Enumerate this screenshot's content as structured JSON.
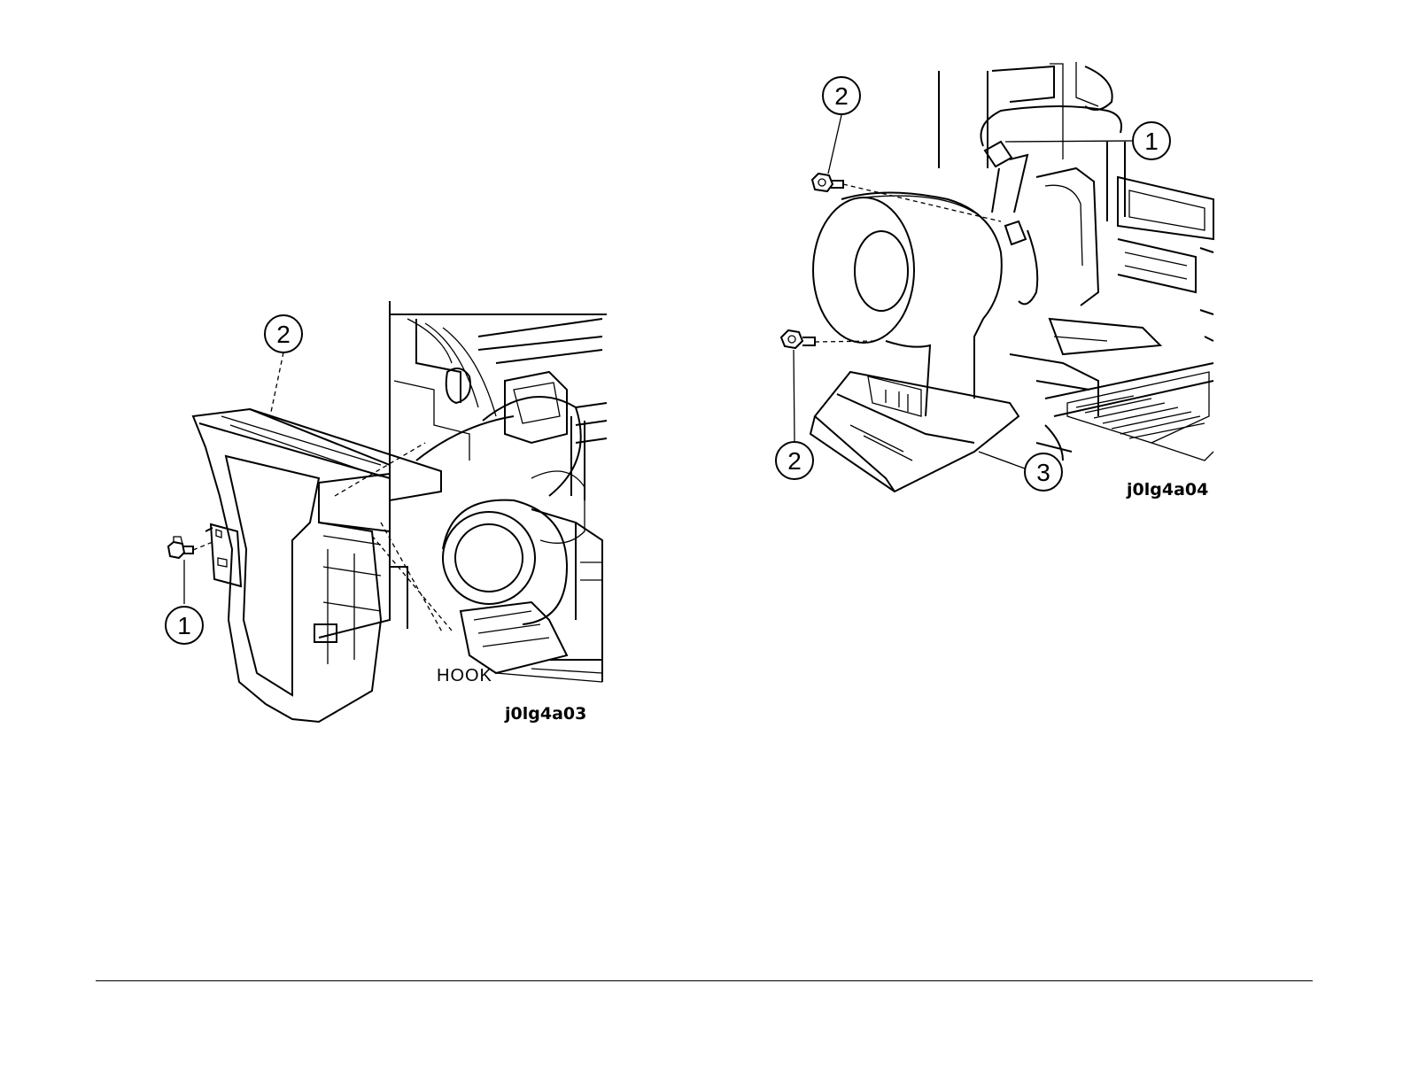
{
  "figure_left": {
    "callouts": {
      "c1": "1",
      "c2": "2"
    },
    "hook_label": "HOOK",
    "figure_id": "j0lg4a03"
  },
  "figure_right": {
    "callouts": {
      "c1": "1",
      "c2_top": "2",
      "c2_bottom": "2",
      "c3": "3"
    },
    "figure_id": "j0lg4a04"
  }
}
